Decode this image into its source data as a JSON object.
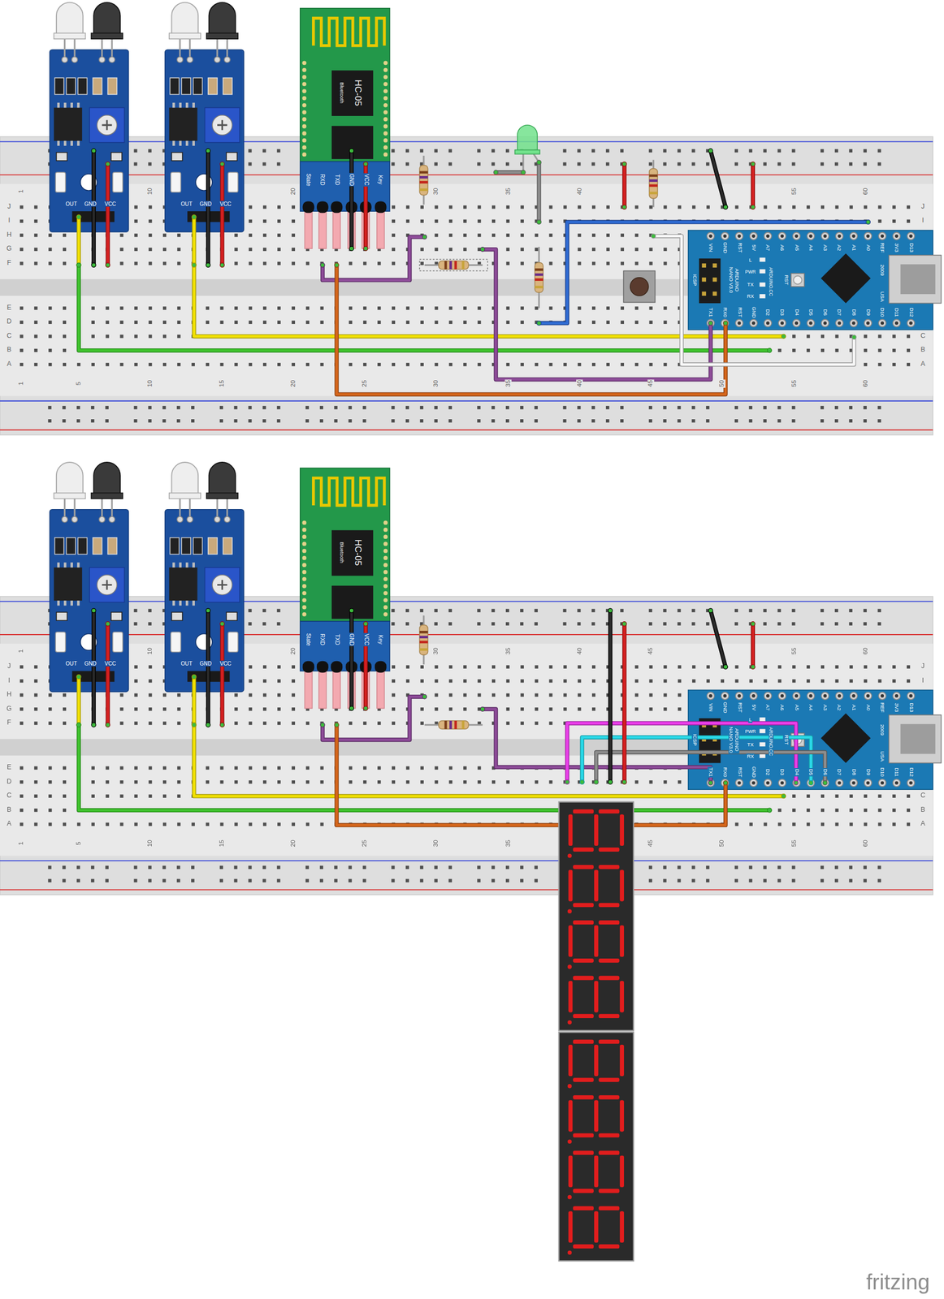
{
  "diagram": {
    "nodes": [
      {
        "text": [
          "HC-05",
          "Bluetooth"
        ]
      },
      {
        "text": [
          "ICSP",
          "ARDUINO NANO V3.0",
          "ARDUINO.CC",
          "L",
          "PWR",
          "TX",
          "RX",
          "RST",
          "2009",
          "USA"
        ]
      },
      {
        "text": [
          "HC-05",
          "Bluetooth"
        ]
      },
      {
        "text": [
          "ICSP",
          "ARDUINO NANO V3.0",
          "ARDUINO.CC",
          "L",
          "PWR",
          "TX",
          "RX",
          "RST",
          "2009",
          "USA"
        ]
      }
    ],
    "labels": [
      "OUT",
      "GND",
      "VCC",
      "OUT",
      "GND",
      "VCC",
      "State",
      "RXD",
      "TXD",
      "GND",
      "VCC",
      "Key",
      "VIN",
      "GND",
      "RST",
      "5V",
      "A7",
      "A6",
      "A5",
      "A4",
      "A3",
      "A2",
      "A1",
      "A0",
      "REF",
      "3V3",
      "D13",
      "TX1",
      "RX0",
      "RST",
      "GND",
      "D2",
      "D3",
      "D4",
      "D5",
      "D6",
      "D7",
      "D8",
      "D9",
      "D10",
      "D11",
      "D12",
      "1",
      "10",
      "20",
      "30",
      "35",
      "40",
      "55",
      "60",
      "1",
      "5",
      "10",
      "15",
      "20",
      "25",
      "30",
      "35",
      "40",
      "45",
      "50",
      "55",
      "60",
      "J",
      "I",
      "H",
      "G",
      "F",
      "E",
      "D",
      "C",
      "B",
      "A",
      "J",
      "I",
      "C",
      "B",
      "A",
      "OUT",
      "GND",
      "VCC",
      "OUT",
      "GND",
      "VCC",
      "State",
      "RXD",
      "TXD",
      "GND",
      "VCC",
      "Key",
      "VIN",
      "GND",
      "RST",
      "5V",
      "A7",
      "A6",
      "A5",
      "A4",
      "A3",
      "A2",
      "A1",
      "A0",
      "REF",
      "3V3",
      "D13",
      "TX1",
      "RX0",
      "RST",
      "GND",
      "D2",
      "D3",
      "D4",
      "D5",
      "D6",
      "D7",
      "D8",
      "D9",
      "D10",
      "D11",
      "D12",
      "1",
      "10",
      "20",
      "30",
      "35",
      "40",
      "45",
      "55",
      "60",
      "1",
      "5",
      "10",
      "15",
      "20",
      "25",
      "30",
      "35",
      "45",
      "50",
      "55",
      "60",
      "J",
      "I",
      "H",
      "G",
      "F",
      "E",
      "D",
      "C",
      "B",
      "A",
      "J",
      "I",
      "C",
      "B",
      "A",
      "fritzing"
    ]
  }
}
